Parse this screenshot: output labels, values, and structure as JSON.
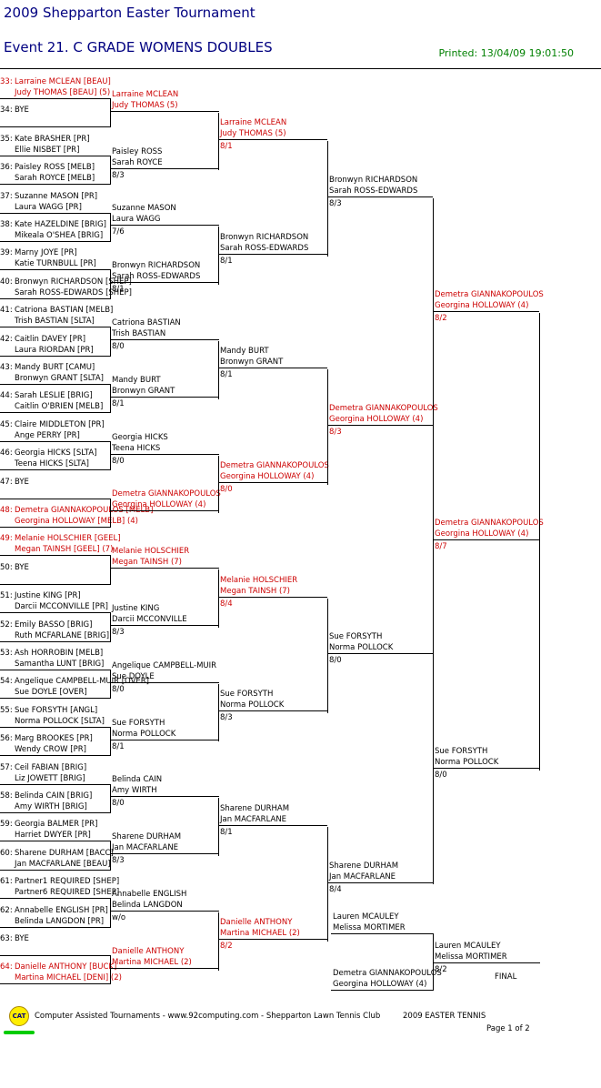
{
  "header": {
    "title": "2009 Shepparton Easter Tournament",
    "event": "Event 21. C GRADE WOMENS DOUBLES",
    "printed": "Printed: 13/04/09 19:01:50"
  },
  "draw": [
    {
      "pos": "33:",
      "a": "Larraine MCLEAN [BEAU]",
      "b": "Judy THOMAS [BEAU] (5)",
      "seed": true
    },
    {
      "pos": "34:",
      "a": "BYE",
      "b": ""
    },
    {
      "pos": "35:",
      "a": "Kate BRASHER [PR]",
      "b": "Ellie NISBET [PR]"
    },
    {
      "pos": "36:",
      "a": "Paisley ROSS [MELB]",
      "b": "Sarah ROYCE [MELB]"
    },
    {
      "pos": "37:",
      "a": "Suzanne MASON [PR]",
      "b": "Laura WAGG [PR]"
    },
    {
      "pos": "38:",
      "a": "Kate HAZELDINE [BRIG]",
      "b": "Mikeala O'SHEA [BRIG]"
    },
    {
      "pos": "39:",
      "a": "Marny JOYE [PR]",
      "b": "Katie TURNBULL [PR]"
    },
    {
      "pos": "40:",
      "a": "Bronwyn RICHARDSON [SHEP]",
      "b": "Sarah ROSS-EDWARDS [SHEP]"
    },
    {
      "pos": "41:",
      "a": "Catriona BASTIAN [MELB]",
      "b": "Trish BASTIAN [SLTA]"
    },
    {
      "pos": "42:",
      "a": "Caitlin DAVEY [PR]",
      "b": "Laura RIORDAN [PR]"
    },
    {
      "pos": "43:",
      "a": "Mandy BURT [CAMU]",
      "b": "Bronwyn GRANT [SLTA]"
    },
    {
      "pos": "44:",
      "a": "Sarah LESLIE [BRIG]",
      "b": "Caitlin O'BRIEN [MELB]"
    },
    {
      "pos": "45:",
      "a": "Claire MIDDLETON [PR]",
      "b": "Ange PERRY [PR]"
    },
    {
      "pos": "46:",
      "a": "Georgia HICKS [SLTA]",
      "b": "Teena HICKS [SLTA]"
    },
    {
      "pos": "47:",
      "a": "BYE",
      "b": ""
    },
    {
      "pos": "48:",
      "a": "Demetra GIANNAKOPOULOS [MELB]",
      "b": "Georgina HOLLOWAY [MELB] (4)",
      "seed": true
    },
    {
      "pos": "49:",
      "a": "Melanie HOLSCHIER [GEEL]",
      "b": "Megan TAINSH [GEEL] (7)",
      "seed": true
    },
    {
      "pos": "50:",
      "a": "BYE",
      "b": ""
    },
    {
      "pos": "51:",
      "a": "Justine KING [PR]",
      "b": "Darcii MCCONVILLE [PR]"
    },
    {
      "pos": "52:",
      "a": "Emily BASSO [BRIG]",
      "b": "Ruth MCFARLANE [BRIG]"
    },
    {
      "pos": "53:",
      "a": "Ash HORROBIN [MELB]",
      "b": "Samantha LUNT [BRIG]"
    },
    {
      "pos": "54:",
      "a": "Angelique CAMPBELL-MUIR [OVER]",
      "b": "Sue DOYLE [OVER]"
    },
    {
      "pos": "55:",
      "a": "Sue FORSYTH [ANGL]",
      "b": "Norma POLLOCK [SLTA]"
    },
    {
      "pos": "56:",
      "a": "Marg BROOKES [PR]",
      "b": "Wendy CROW [PR]"
    },
    {
      "pos": "57:",
      "a": "Ceil FABIAN [BRIG]",
      "b": "Liz JOWETT [BRIG]"
    },
    {
      "pos": "58:",
      "a": "Belinda CAIN [BRIG]",
      "b": "Amy WIRTH [BRIG]"
    },
    {
      "pos": "59:",
      "a": "Georgia BALMER [PR]",
      "b": "Harriet DWYER [PR]"
    },
    {
      "pos": "60:",
      "a": "Sharene DURHAM [BACC]",
      "b": "Jan MACFARLANE [BEAU]"
    },
    {
      "pos": "61:",
      "a": "Partner1 REQUIRED [SHEP]",
      "b": "Partner6 REQUIRED [SHEP]"
    },
    {
      "pos": "62:",
      "a": "Annabelle ENGLISH [PR]",
      "b": "Belinda LANGDON [PR]"
    },
    {
      "pos": "63:",
      "a": "BYE",
      "b": ""
    },
    {
      "pos": "64:",
      "a": "Danielle ANTHONY [BUCK]",
      "b": "Martina MICHAEL [DENI] (2)",
      "seed": true
    }
  ],
  "r2": [
    {
      "a": "Larraine MCLEAN",
      "b": "Judy THOMAS (5)",
      "s": "",
      "seed": true
    },
    {
      "a": "Paisley ROSS",
      "b": "Sarah ROYCE",
      "s": "8/3"
    },
    {
      "a": "Suzanne MASON",
      "b": "Laura WAGG",
      "s": "7/6"
    },
    {
      "a": "Bronwyn RICHARDSON",
      "b": "Sarah ROSS-EDWARDS",
      "s": "8/1"
    },
    {
      "a": "Catriona BASTIAN",
      "b": "Trish BASTIAN",
      "s": "8/0"
    },
    {
      "a": "Mandy BURT",
      "b": "Bronwyn GRANT",
      "s": "8/1"
    },
    {
      "a": "Georgia HICKS",
      "b": "Teena HICKS",
      "s": "8/0"
    },
    {
      "a": "Demetra GIANNAKOPOULOS",
      "b": "Georgina HOLLOWAY (4)",
      "s": "",
      "seed": true
    },
    {
      "a": "Melanie HOLSCHIER",
      "b": "Megan TAINSH (7)",
      "s": "",
      "seed": true
    },
    {
      "a": "Justine KING",
      "b": "Darcii MCCONVILLE",
      "s": "8/3"
    },
    {
      "a": "Angelique CAMPBELL-MUIR",
      "b": "Sue DOYLE",
      "s": "8/0"
    },
    {
      "a": "Sue FORSYTH",
      "b": "Norma POLLOCK",
      "s": "8/1"
    },
    {
      "a": "Belinda CAIN",
      "b": "Amy WIRTH",
      "s": "8/0"
    },
    {
      "a": "Sharene DURHAM",
      "b": "Jan MACFARLANE",
      "s": "8/3"
    },
    {
      "a": "Annabelle ENGLISH",
      "b": "Belinda LANGDON",
      "s": "w/o"
    },
    {
      "a": "Danielle ANTHONY",
      "b": "Martina MICHAEL (2)",
      "s": "",
      "seed": true
    }
  ],
  "r3": [
    {
      "a": "Larraine MCLEAN",
      "b": "Judy THOMAS (5)",
      "s": "8/1",
      "seed": true
    },
    {
      "a": "Bronwyn RICHARDSON",
      "b": "Sarah ROSS-EDWARDS",
      "s": "8/1"
    },
    {
      "a": "Mandy BURT",
      "b": "Bronwyn GRANT",
      "s": "8/1"
    },
    {
      "a": "Demetra GIANNAKOPOULOS",
      "b": "Georgina HOLLOWAY (4)",
      "s": "8/0",
      "seed": true
    },
    {
      "a": "Melanie HOLSCHIER",
      "b": "Megan TAINSH (7)",
      "s": "8/4",
      "seed": true
    },
    {
      "a": "Sue FORSYTH",
      "b": "Norma POLLOCK",
      "s": "8/3"
    },
    {
      "a": "Sharene DURHAM",
      "b": "Jan MACFARLANE",
      "s": "8/1"
    },
    {
      "a": "Danielle ANTHONY",
      "b": "Martina MICHAEL (2)",
      "s": "8/2",
      "seed": true
    }
  ],
  "r4": [
    {
      "a": "Bronwyn RICHARDSON",
      "b": "Sarah ROSS-EDWARDS",
      "s": "8/3"
    },
    {
      "a": "Demetra GIANNAKOPOULOS",
      "b": "Georgina HOLLOWAY (4)",
      "s": "8/3",
      "seed": true
    },
    {
      "a": "Sue FORSYTH",
      "b": "Norma POLLOCK",
      "s": "8/0"
    },
    {
      "a": "Sharene DURHAM",
      "b": "Jan MACFARLANE",
      "s": "8/4"
    }
  ],
  "r5": [
    {
      "a": "Demetra GIANNAKOPOULOS",
      "b": "Georgina HOLLOWAY (4)",
      "s": "8/2",
      "seed": true
    },
    {
      "a": "Sue FORSYTH",
      "b": "Norma POLLOCK",
      "s": "8/0"
    }
  ],
  "r6": [
    {
      "a": "Demetra GIANNAKOPOULOS",
      "b": "Georgina HOLLOWAY (4)",
      "s": "8/7",
      "seed": true
    }
  ],
  "playoff": {
    "top": {
      "a": "Lauren MCAULEY",
      "b": "Melissa MORTIMER"
    },
    "bottom": {
      "a": "Demetra GIANNAKOPOULOS",
      "b": "Georgina HOLLOWAY (4)"
    },
    "winner": {
      "a": "Lauren MCAULEY",
      "b": "Melissa MORTIMER",
      "s": "8/2"
    },
    "label": "FINAL"
  },
  "footer": {
    "logo": "CAT",
    "text": "Computer Assisted Tournaments - www.92computing.com -  Shepparton Lawn Tennis Club",
    "event": "2009 EASTER TENNIS",
    "page": "Page 1 of 2"
  }
}
